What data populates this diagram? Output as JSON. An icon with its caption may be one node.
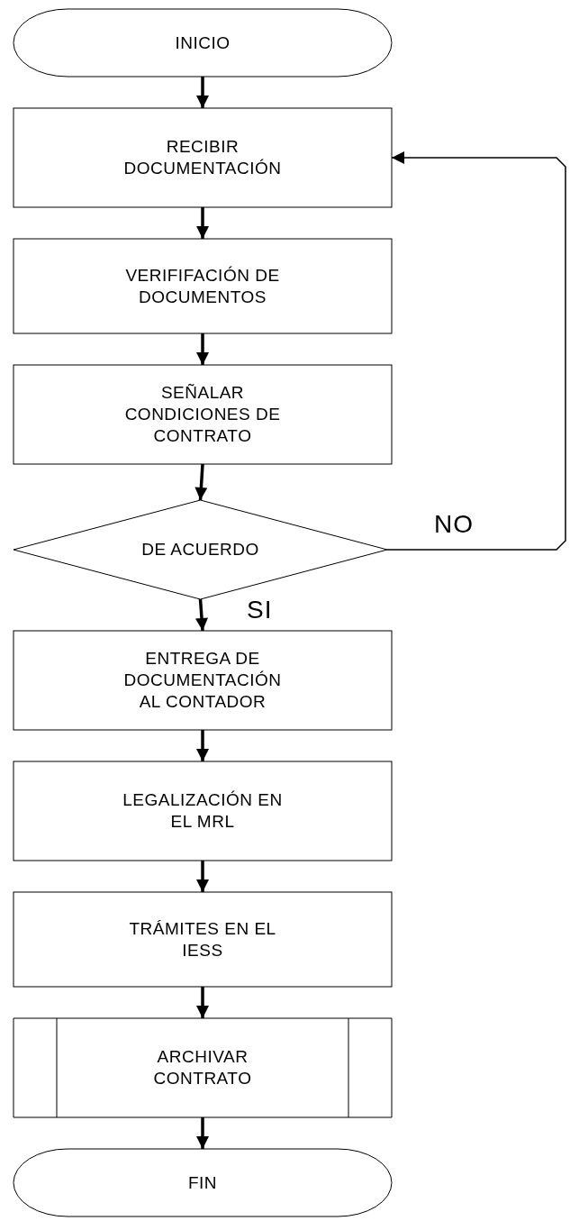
{
  "diagram": {
    "nodes": [
      {
        "text": [
          "INICIO"
        ]
      },
      {
        "text": [
          "RECIBIR DOCUMENTACIÓN"
        ]
      },
      {
        "text": [
          "VERIFIFACIÓN DE DOCUMENTOS"
        ]
      },
      {
        "text": [
          "SEÑALAR CONDICIONES DE CONTRATO"
        ]
      },
      {
        "text": [
          "DE ACUERDO"
        ]
      },
      {
        "text": [
          "ENTREGA DE DOCUMENTACIÓN AL CONTADOR"
        ]
      },
      {
        "text": [
          "LEGALIZACIÓN EN EL MRL"
        ]
      },
      {
        "text": [
          "TRÁMITES EN EL IESS"
        ]
      },
      {
        "text": [
          "ARCHIVAR CONTRATO"
        ]
      },
      {
        "text": [
          "FIN"
        ]
      }
    ],
    "edges": [
      {
        "from": 0,
        "to": 1,
        "arrow": "to"
      },
      {
        "from": 1,
        "to": 2,
        "arrow": "to"
      },
      {
        "from": 2,
        "to": 3,
        "arrow": "to"
      },
      {
        "from": 3,
        "to": 4,
        "arrow": "to"
      },
      {
        "from": 4,
        "to": 5,
        "arrow": "to",
        "label": "SI"
      },
      {
        "from": 5,
        "to": 6,
        "arrow": "to"
      },
      {
        "from": 6,
        "to": 7,
        "arrow": "to"
      },
      {
        "from": 7,
        "to": 8,
        "arrow": "to"
      },
      {
        "from": 8,
        "to": 9,
        "arrow": "to"
      },
      {
        "from": 4,
        "to": 1,
        "arrow": "to",
        "label": "NO"
      }
    ]
  }
}
